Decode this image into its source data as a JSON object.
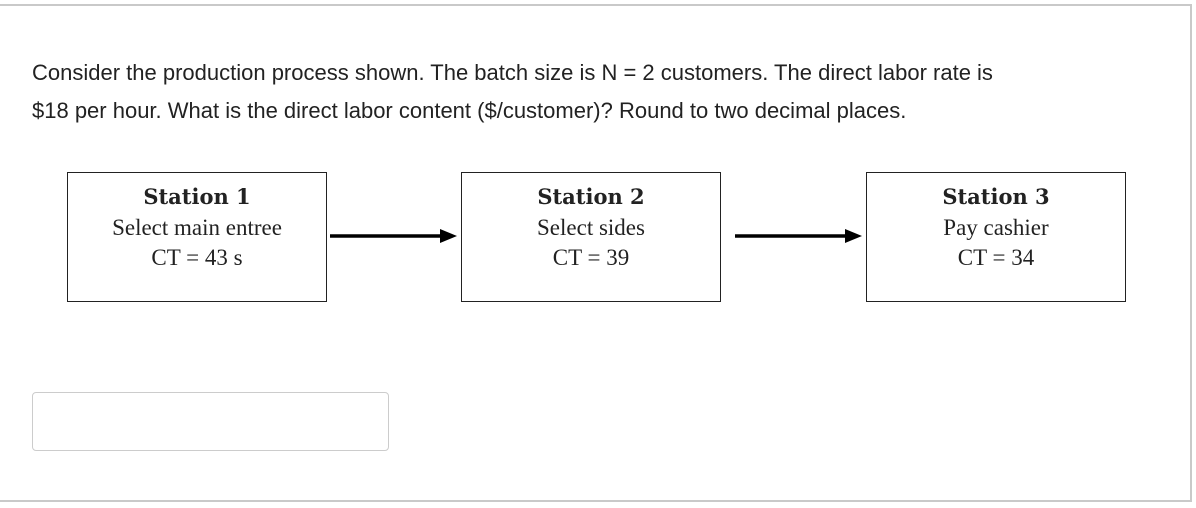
{
  "question": {
    "line1": "Consider the production process shown. The batch size is N = 2 customers.  The direct labor rate is",
    "line2": "$18 per hour.  What is the direct labor content ($/customer)? Round to two decimal places."
  },
  "stations": [
    {
      "name": "Station 1",
      "task": "Select main entree",
      "cycle_time": "CT = 43 s"
    },
    {
      "name": "Station 2",
      "task": "Select sides",
      "cycle_time": "CT = 39"
    },
    {
      "name": "Station 3",
      "task": "Pay cashier",
      "cycle_time": "CT = 34"
    }
  ],
  "answer": {
    "value": "",
    "placeholder": ""
  },
  "colors": {
    "text": "#222222",
    "border": "#222222",
    "frame": "#c9c9c9",
    "input_border": "#cccccc"
  }
}
